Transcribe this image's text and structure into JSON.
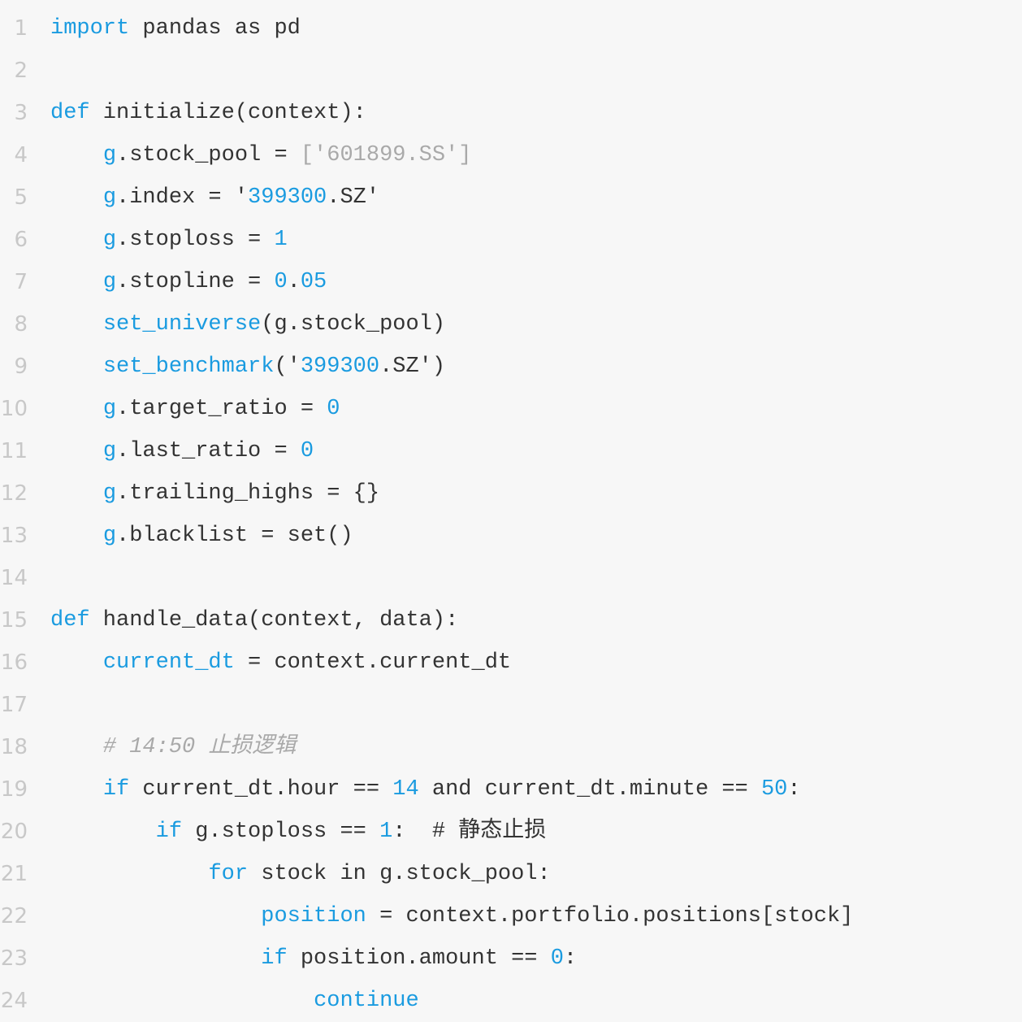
{
  "colors": {
    "keyword": "#1a9be0",
    "text": "#333333",
    "string_literal": "#a9a9a9",
    "comment": "#a9a9a9",
    "line_number": "#c8c8c8",
    "background": "#f7f7f7"
  },
  "lines": [
    {
      "n": "1",
      "tokens": [
        [
          "import",
          "k"
        ],
        [
          " pandas as pd",
          "n"
        ]
      ]
    },
    {
      "n": "2",
      "tokens": []
    },
    {
      "n": "3",
      "tokens": [
        [
          "def",
          "k"
        ],
        [
          " initialize(context):",
          "n"
        ]
      ]
    },
    {
      "n": "4",
      "tokens": [
        [
          "    ",
          "n"
        ],
        [
          "g",
          "k"
        ],
        [
          ".stock_pool = ",
          "n"
        ],
        [
          "['601899.SS']",
          "s"
        ]
      ]
    },
    {
      "n": "5",
      "tokens": [
        [
          "    ",
          "n"
        ],
        [
          "g",
          "k"
        ],
        [
          ".index = '",
          "n"
        ],
        [
          "399300",
          "k"
        ],
        [
          ".SZ'",
          "n"
        ]
      ]
    },
    {
      "n": "6",
      "tokens": [
        [
          "    ",
          "n"
        ],
        [
          "g",
          "k"
        ],
        [
          ".stoploss = ",
          "n"
        ],
        [
          "1",
          "k"
        ]
      ]
    },
    {
      "n": "7",
      "tokens": [
        [
          "    ",
          "n"
        ],
        [
          "g",
          "k"
        ],
        [
          ".stopline = ",
          "n"
        ],
        [
          "0",
          "k"
        ],
        [
          ".",
          "n"
        ],
        [
          "05",
          "k"
        ]
      ]
    },
    {
      "n": "8",
      "tokens": [
        [
          "    ",
          "n"
        ],
        [
          "set_universe",
          "k"
        ],
        [
          "(g.stock_pool)",
          "n"
        ]
      ]
    },
    {
      "n": "9",
      "tokens": [
        [
          "    ",
          "n"
        ],
        [
          "set_benchmark",
          "k"
        ],
        [
          "('",
          "n"
        ],
        [
          "399300",
          "k"
        ],
        [
          ".SZ')",
          "n"
        ]
      ]
    },
    {
      "n": "10",
      "tokens": [
        [
          "    ",
          "n"
        ],
        [
          "g",
          "k"
        ],
        [
          ".target_ratio = ",
          "n"
        ],
        [
          "0",
          "k"
        ]
      ]
    },
    {
      "n": "11",
      "tokens": [
        [
          "    ",
          "n"
        ],
        [
          "g",
          "k"
        ],
        [
          ".last_ratio = ",
          "n"
        ],
        [
          "0",
          "k"
        ]
      ]
    },
    {
      "n": "12",
      "tokens": [
        [
          "    ",
          "n"
        ],
        [
          "g",
          "k"
        ],
        [
          ".trailing_highs = {}",
          "n"
        ]
      ]
    },
    {
      "n": "13",
      "tokens": [
        [
          "    ",
          "n"
        ],
        [
          "g",
          "k"
        ],
        [
          ".blacklist = set()",
          "n"
        ]
      ]
    },
    {
      "n": "14",
      "tokens": []
    },
    {
      "n": "15",
      "tokens": [
        [
          "def",
          "k"
        ],
        [
          " handle_data(context, data):",
          "n"
        ]
      ]
    },
    {
      "n": "16",
      "tokens": [
        [
          "    ",
          "n"
        ],
        [
          "current_dt",
          "k"
        ],
        [
          " = context.current_dt",
          "n"
        ]
      ]
    },
    {
      "n": "17",
      "tokens": []
    },
    {
      "n": "18",
      "tokens": [
        [
          "    ",
          "n"
        ],
        [
          "# 14:50 止损逻辑",
          "c"
        ]
      ]
    },
    {
      "n": "19",
      "tokens": [
        [
          "    ",
          "n"
        ],
        [
          "if",
          "k"
        ],
        [
          " current_dt.hour == ",
          "n"
        ],
        [
          "14",
          "k"
        ],
        [
          " and current_dt.minute == ",
          "n"
        ],
        [
          "50",
          "k"
        ],
        [
          ":",
          "n"
        ]
      ]
    },
    {
      "n": "20",
      "tokens": [
        [
          "        ",
          "n"
        ],
        [
          "if",
          "k"
        ],
        [
          " g.stoploss == ",
          "n"
        ],
        [
          "1",
          "k"
        ],
        [
          ":  # 静态止损",
          "n"
        ]
      ]
    },
    {
      "n": "21",
      "tokens": [
        [
          "            ",
          "n"
        ],
        [
          "for",
          "k"
        ],
        [
          " stock in g.stock_pool:",
          "n"
        ]
      ]
    },
    {
      "n": "22",
      "tokens": [
        [
          "                ",
          "n"
        ],
        [
          "position",
          "k"
        ],
        [
          " = context.portfolio.positions[stock]",
          "n"
        ]
      ]
    },
    {
      "n": "23",
      "tokens": [
        [
          "                ",
          "n"
        ],
        [
          "if",
          "k"
        ],
        [
          " position.amount == ",
          "n"
        ],
        [
          "0",
          "k"
        ],
        [
          ":",
          "n"
        ]
      ]
    },
    {
      "n": "24",
      "tokens": [
        [
          "                    ",
          "n"
        ],
        [
          "continue",
          "k"
        ]
      ]
    }
  ]
}
